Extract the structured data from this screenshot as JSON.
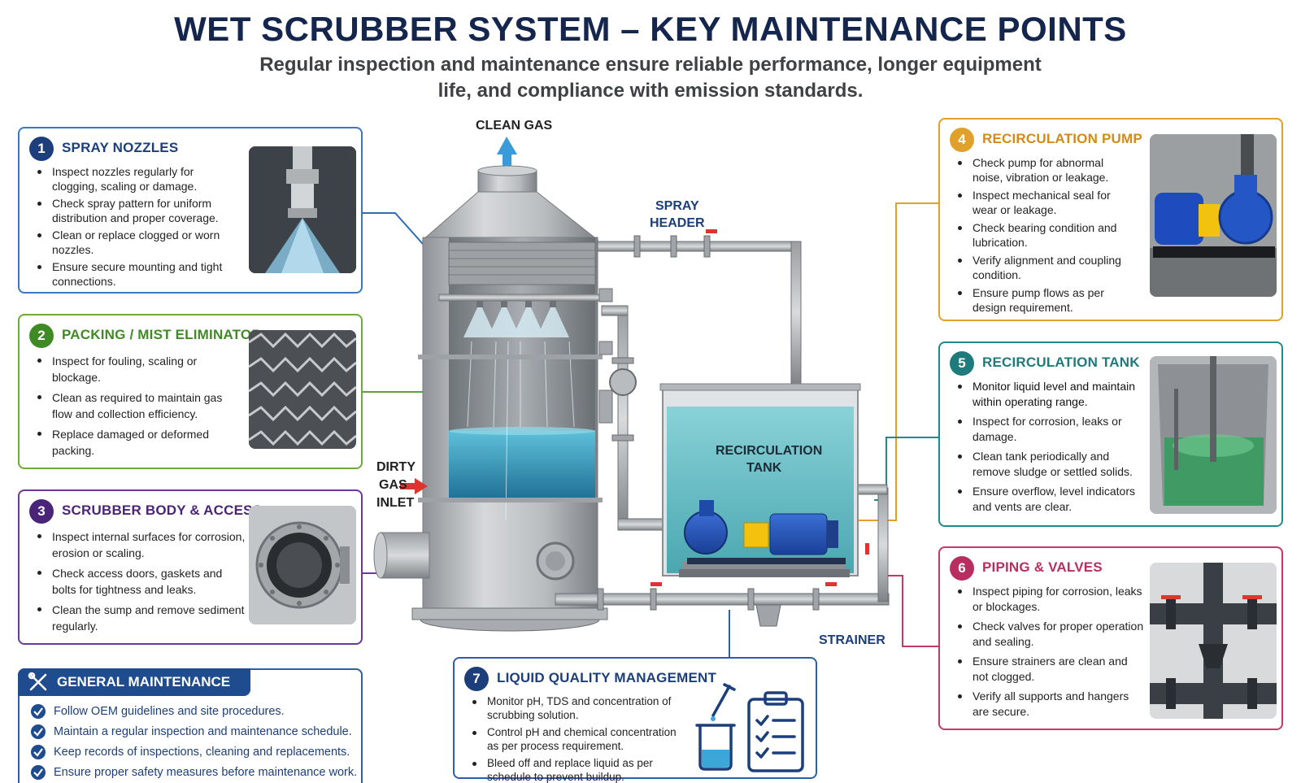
{
  "header": {
    "title": "WET SCRUBBER SYSTEM – KEY MAINTENANCE POINTS",
    "subtitle": "Regular inspection and maintenance ensure reliable performance, longer equipment life, and compliance with emission standards."
  },
  "diagram_labels": {
    "clean_gas": "CLEAN GAS",
    "spray_header_1": "SPRAY",
    "spray_header_2": "HEADER",
    "dirty_gas_1": "DIRTY",
    "dirty_gas_2": "GAS",
    "dirty_gas_3": "INLET",
    "tank_1": "RECIRCULATION",
    "tank_2": "TANK",
    "strainer": "STRAINER"
  },
  "colors": {
    "navy": "#14264d",
    "blue": "#1c3f7c",
    "green": "#3f8a25",
    "purple": "#4a2479",
    "orange": "#e0a12a",
    "teal": "#1f7b7b",
    "magenta": "#b92e60",
    "water": "#3aa7c7",
    "steel": "#b9bcbf"
  },
  "cards": [
    {
      "number": "1",
      "title": "SPRAY NOZZLES",
      "icon": "spray-nozzle-photo-icon",
      "items": [
        "Inspect nozzles regularly for clogging, scaling or damage.",
        "Check spray pattern for uniform distribution and proper coverage.",
        "Clean or replace clogged or worn nozzles.",
        "Ensure secure mounting and tight connections."
      ]
    },
    {
      "number": "2",
      "title": "PACKING / MIST ELIMINATOR",
      "icon": "packing-media-photo-icon",
      "items": [
        "Inspect for fouling, scaling or blockage.",
        "Clean as required to maintain gas flow and collection efficiency.",
        "Replace damaged or deformed packing."
      ]
    },
    {
      "number": "3",
      "title": "SCRUBBER BODY & ACCESS",
      "icon": "access-door-photo-icon",
      "items": [
        "Inspect internal surfaces for corrosion, erosion or scaling.",
        "Check access doors, gaskets and bolts for tightness and leaks.",
        "Clean the sump and remove sediment regularly."
      ]
    },
    {
      "number": "4",
      "title": "RECIRCULATION PUMP",
      "icon": "pump-photo-icon",
      "items": [
        "Check pump for abnormal noise, vibration or leakage.",
        "Inspect mechanical seal for wear or leakage.",
        "Check bearing condition and lubrication.",
        "Verify alignment and coupling condition.",
        "Ensure pump flows as per design requirement."
      ]
    },
    {
      "number": "5",
      "title": "RECIRCULATION TANK",
      "icon": "tank-photo-icon",
      "items": [
        "Monitor liquid level and maintain within operating range.",
        "Inspect for corrosion, leaks or damage.",
        "Clean tank periodically and remove sludge or settled solids.",
        "Ensure overflow, level indicators and vents are clear."
      ]
    },
    {
      "number": "6",
      "title": "PIPING & VALVES",
      "icon": "piping-valves-photo-icon",
      "items": [
        "Inspect piping for corrosion, leaks or blockages.",
        "Check valves for proper operation and sealing.",
        "Ensure strainers are clean and not clogged.",
        "Verify all supports and hangers are secure."
      ]
    },
    {
      "number": "7",
      "title": "LIQUID QUALITY MANAGEMENT",
      "icon": "beaker-clipboard-icon",
      "items": [
        "Monitor pH, TDS and concentration of scrubbing solution.",
        "Control pH and chemical concentration as per process requirement.",
        "Bleed off and replace liquid as per schedule to prevent buildup."
      ]
    }
  ],
  "tips": {
    "title": "GENERAL MAINTENANCE TIPS",
    "icon": "wrench-screwdriver-icon",
    "items": [
      "Follow OEM guidelines and site procedures.",
      "Maintain a regular inspection and maintenance schedule.",
      "Keep records of inspections, cleaning and replacements.",
      "Ensure proper safety measures before maintenance work."
    ]
  }
}
